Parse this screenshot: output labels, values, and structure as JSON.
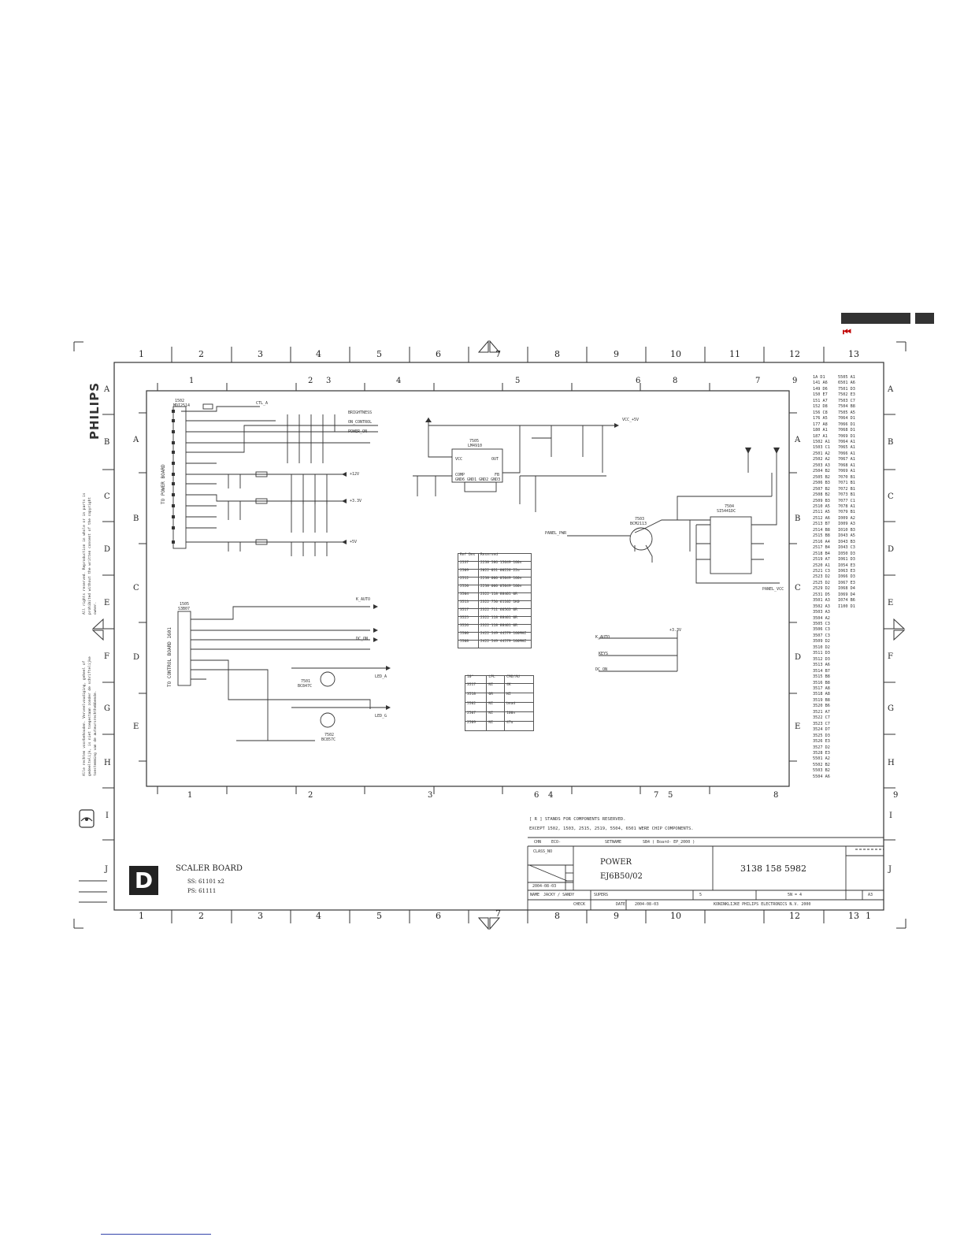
{
  "nav": {
    "back_icon_glyph": "⏮",
    "accent_color": "#c00000"
  },
  "brand": {
    "philips_logo_text": "PHILIPS",
    "copyright_en": "All rights reserved. Reproduction in whole or in parts is prohibited without the written consent of the copyright owner.",
    "copyright_nl": "Alle rechten voorbehouden. Verveelvoudiging, geheel of gedeeltelijk, is niet toegestaan zonder de schriftelijke toestemming van de auteursrechthebbende."
  },
  "grid": {
    "columns": [
      "1",
      "2",
      "3",
      "4",
      "5",
      "6",
      "7",
      "8",
      "9",
      "10",
      "11",
      "12",
      "13"
    ],
    "rows": [
      "A",
      "B",
      "C",
      "D",
      "E",
      "F",
      "G",
      "H",
      "I",
      "J"
    ],
    "inner_rows": [
      "A",
      "B",
      "C",
      "D",
      "E"
    ],
    "inner_cols_top": [
      "1",
      "2",
      "3",
      "4",
      "5",
      "6",
      "8",
      "7",
      "9"
    ],
    "inner_cols_bottom": [
      "1",
      "2",
      "3",
      "6",
      "4",
      "7",
      "5",
      "8",
      "9"
    ],
    "bottom_extra": [
      "13",
      "1"
    ]
  },
  "connectors": {
    "power_board_label": "TO POWER BOARD",
    "control_board_label": "TO CONTROL BOARD 1601",
    "j1502": "1502",
    "j1502_part": "MDI2514",
    "j1505": "1505",
    "j1505_part": "S3B07"
  },
  "nets": {
    "ctl_a": "CTL_A",
    "bri_control": "BRIGHTNESS",
    "on_control": "ON_CONTROL",
    "power_on": "POWER_ON",
    "p12v": "+12V",
    "p33v": "+3.3V",
    "p5v": "+5V",
    "p5v_out": "VCC_+5V",
    "panel_pwr": "PANEL_PWR",
    "panel_vcc": "PANEL_VCC",
    "k_auto": "K_AUTO",
    "dc_on": "DC_ON",
    "keys": "KEYS",
    "led_a": "LED_A",
    "led_g": "LED_G",
    "p33v_led": "+3.3V"
  },
  "ics": {
    "u7505": "7505",
    "u7505_part": "LM4910",
    "u7505_pins": [
      "VCC",
      "OUT",
      "COMP",
      "FB",
      "GND6 GND1 GND2 GND3"
    ],
    "q7503": "7503",
    "q7503_part": "BCM2113",
    "q7504": "7504",
    "q7504_part": "SI5441DC",
    "q7501": "7501",
    "q7501_part": "BC847C",
    "q7502": "7502",
    "q7502_part": "BC857C"
  },
  "table_reserved": {
    "header": [
      "Ref Des",
      "Reserved"
    ],
    "rows": [
      [
        "2537",
        "2238 586 15649 100n"
      ],
      [
        "2509",
        "2022 031 00226 22u"
      ],
      [
        "2512",
        "2238 000 05049 100n"
      ],
      [
        "2520",
        "2238 000 05049 100n"
      ],
      [
        "3504",
        "2322 118 88401 0R"
      ],
      [
        "3513",
        "2322 750 61102 1K0"
      ],
      [
        "3517",
        "2322 711 66563 0R"
      ],
      [
        "3525",
        "2322 118 88401 0R"
      ],
      [
        "3526",
        "2322 118 88401 0R"
      ],
      [
        "5500",
        "2422 549 44579 100MHZ"
      ],
      [
        "5508",
        "2422 549 44579 100MHZ"
      ]
    ]
  },
  "table_variant": {
    "header": [
      "10\"",
      "LPL",
      "CMO/AU"
    ],
    "rows": [
      [
        "3517",
        "NI",
        "4K"
      ],
      [
        "3518",
        "0R",
        "NI"
      ],
      [
        "5502",
        "NI",
        "bead"
      ],
      [
        "2507",
        "NI",
        "100n"
      ],
      [
        "2509",
        "NI",
        "47u"
      ]
    ]
  },
  "ref_index": {
    "col1": [
      "1A D1",
      "141 A6",
      "149 D6",
      "150 E7",
      "151 A7",
      "152 D8",
      "156 C8",
      "176 A5",
      "177 A8",
      "180 A1",
      "187 A1",
      "1502 A1",
      "1503 C1",
      "2501 A2",
      "2502 A2",
      "2503 A3",
      "2504 B2",
      "2505 B2",
      "2506 B3",
      "2507 B2",
      "2508 B2",
      "2509 B3",
      "2510 A5",
      "2511 A5",
      "2512 A6",
      "2513 B7",
      "2514 B8",
      "2515 B8",
      "2516 A4",
      "2517 B4",
      "2518 B4",
      "2519 A7",
      "2520 A1",
      "2521 C3",
      "2523 D2",
      "2525 D2",
      "2529 D2",
      "2531 D5",
      "3501 A3",
      "3502 A3",
      "3503 A3",
      "3504 A2",
      "3505 C3",
      "3506 C3",
      "3507 C3",
      "3509 D2",
      "3510 D2",
      "3511 D3",
      "3512 D3",
      "3513 A6",
      "3514 B7",
      "3515 B8",
      "3516 B8",
      "3517 A8",
      "3518 A8",
      "3519 B8",
      "3520 B6",
      "3521 A7",
      "3522 C7",
      "3523 C7",
      "3524 D7",
      "3525 D3",
      "3526 E3",
      "3527 D2",
      "3528 E3",
      "5501 A2",
      "5502 B2",
      "5503 B2",
      "5504 A6"
    ],
    "col2": [
      "5505 A1",
      "6501 A6",
      "7501 D3",
      "7502 E3",
      "7503 C7",
      "7504 B8",
      "7505 A5",
      "7064 D1",
      "7066 D1",
      "7068 D1",
      "7069 D1",
      "7064 A1",
      "7065 A1",
      "7066 A1",
      "7067 A1",
      "7068 A1",
      "7069 A1",
      "7070 B1",
      "7071 B1",
      "7072 B1",
      "7073 B1",
      "7077 C1",
      "7078 A1",
      "7079 B1",
      "I009 A2",
      "I009 A3",
      "I010 B3",
      "I043 A5",
      "I043 B3",
      "I043 C3",
      "I050 D3",
      "I061 D3",
      "I054 E3",
      "I063 E3",
      "I066 D3",
      "I067 E3",
      "I068 D4",
      "I069 D4",
      "I074 B6",
      "I100 D1"
    ]
  },
  "notes": {
    "line1": "[ R ]  STANDS  FOR COMPONENTS  RESERVED.",
    "line2": "EXCEPT 1502, 1503, 2515, 2519, 5504, 6501  WERE CHIP COMPONENTS."
  },
  "title_block": {
    "d_letter": "D",
    "board_title": "SCALER BOARD",
    "ss": "SS: 61101 x2",
    "ps": "PS: 61111",
    "chn_label": "CHN",
    "chn_value": "ECO-",
    "setname_label": "SETNAME",
    "setname_value": "SB4 ( Board- EP_2000 )",
    "class_label": "CLASS_NO",
    "date1": "2004-08-03",
    "sheet_title_1": "POWER",
    "sheet_title_2": "EJ6B50/02",
    "doc_number": "3138 158 5982",
    "name_label": "NAME",
    "name_value": "JACKY / SANDY",
    "check_label": "CHECK",
    "date_label": "DATE",
    "date2": "2004-08-03",
    "super_label": "SUPERS",
    "page_count": "5",
    "sheet_of": "5N  =  4",
    "size": "A3",
    "copyright_line": "KONINKLIJKE PHILIPS ELECTRONICS N.V. 2000"
  }
}
